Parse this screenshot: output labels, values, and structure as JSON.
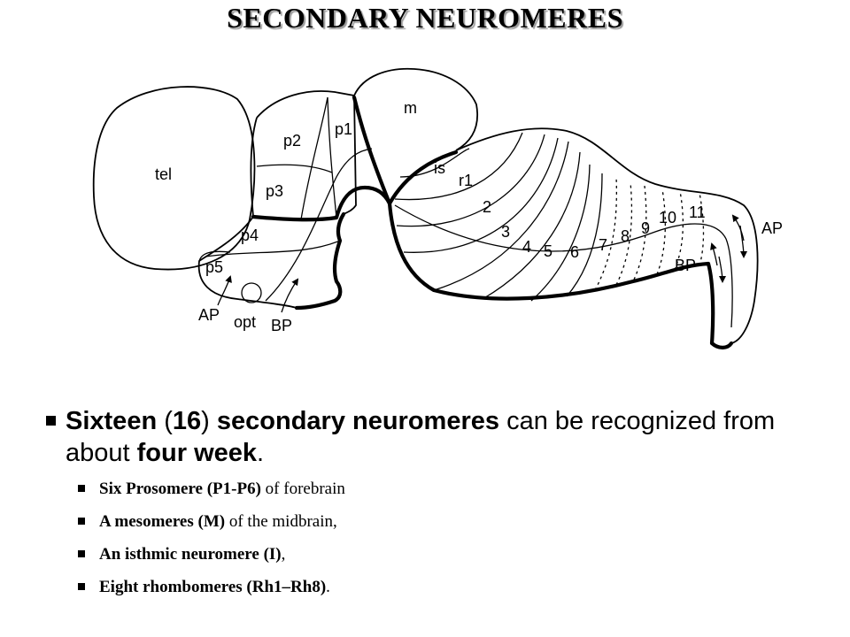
{
  "title": "SECONDARY NEUROMERES",
  "diagram": {
    "labels": {
      "tel": "tel",
      "p1": "p1",
      "p2": "p2",
      "p3": "p3",
      "p4": "p4",
      "p5": "p5",
      "m": "m",
      "is": "is",
      "r1": "r1",
      "r2": "2",
      "r3": "3",
      "r4": "4",
      "r5": "5",
      "r6": "6",
      "r7": "7",
      "r8": "8",
      "r9": "9",
      "r10": "10",
      "r11": "11",
      "ap_left": "AP",
      "opt": "opt",
      "bp_left": "BP",
      "ap_right": "AP",
      "bp_right": "BP"
    }
  },
  "main_bullet": {
    "b1": "Sixteen",
    "t1": " (",
    "b2": "16",
    "t2": ") ",
    "b3": "secondary neuromeres",
    "t3": " can be recognized from about ",
    "b4": "four week",
    "t4": "."
  },
  "sub_bullets": [
    {
      "bold": "Six Prosomere (P1-P6)",
      "text": " of forebrain"
    },
    {
      "bold": "A mesomeres (M)",
      "text": " of the midbrain,"
    },
    {
      "bold": "An isthmic neuromere (I)",
      "text": ","
    },
    {
      "bold": "Eight rhombomeres (Rh1–Rh8)",
      "text": "."
    }
  ]
}
